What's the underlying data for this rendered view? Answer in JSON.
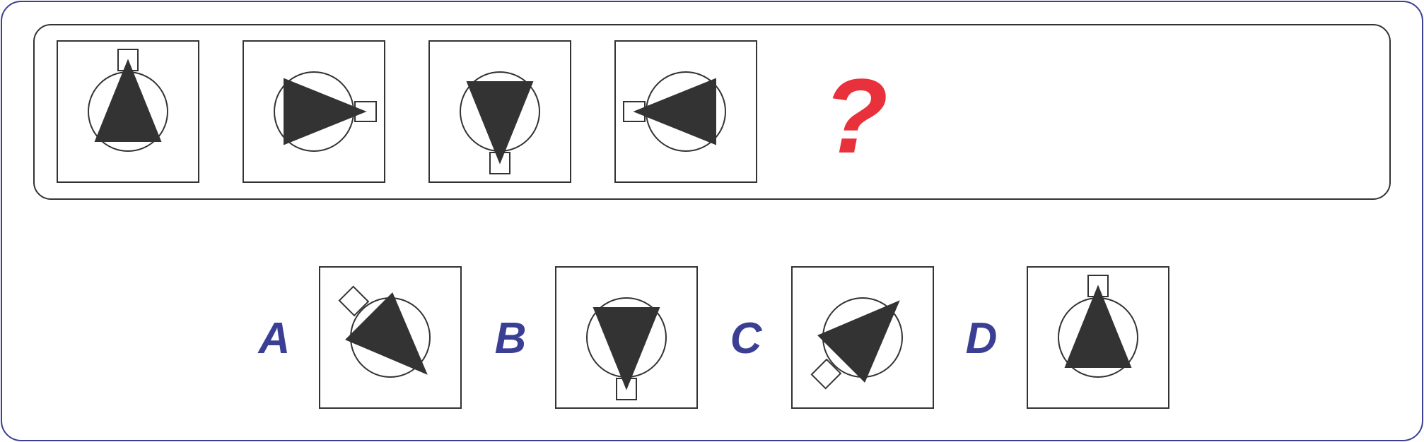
{
  "puzzle": {
    "question_mark": "?",
    "question_color": "#e8313a",
    "option_color": "#3b3f94",
    "frame_color": "#3b3f94",
    "shape_fill": "#333333",
    "stroke_color": "#333333"
  },
  "sequence": [
    {
      "id": "seq-1",
      "triangle": "up",
      "square_side": "top"
    },
    {
      "id": "seq-2",
      "triangle": "right",
      "square_side": "right"
    },
    {
      "id": "seq-3",
      "triangle": "down",
      "square_side": "bottom"
    },
    {
      "id": "seq-4",
      "triangle": "left",
      "square_side": "left"
    }
  ],
  "options": [
    {
      "letter": "A",
      "triangle": "down-right",
      "square_side": "top-left"
    },
    {
      "letter": "B",
      "triangle": "down",
      "square_side": "bottom"
    },
    {
      "letter": "C",
      "triangle": "up-right",
      "square_side": "bottom-left"
    },
    {
      "letter": "D",
      "triangle": "up",
      "square_side": "top"
    }
  ]
}
